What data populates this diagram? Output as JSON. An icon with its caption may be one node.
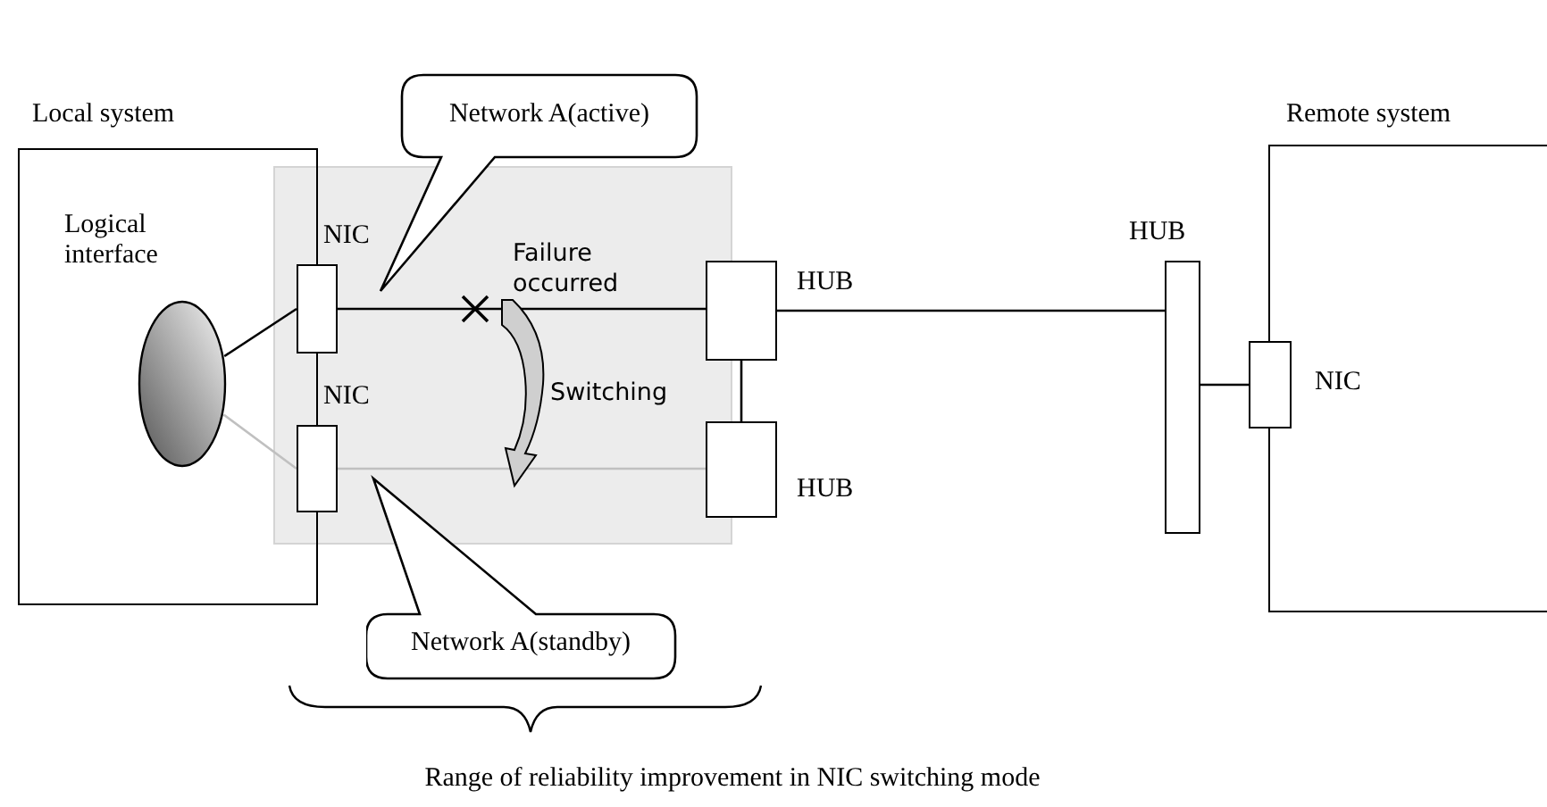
{
  "diagram": {
    "nodes": [
      {
        "text": [
          "Local system"
        ]
      },
      {
        "text": [
          "Logical interface"
        ],
        "in": 0
      },
      {
        "text": [
          "NIC"
        ]
      },
      {
        "text": [
          "NIC"
        ]
      },
      {
        "text": [
          "Network A(active)"
        ]
      },
      {
        "text": [
          "Network A(standby)"
        ]
      },
      {
        "text": [
          "HUB"
        ]
      },
      {
        "text": [
          "HUB"
        ]
      },
      {
        "text": [
          "HUB"
        ]
      },
      {
        "text": [
          "Remote system"
        ]
      },
      {
        "text": [
          "NIC"
        ]
      }
    ],
    "edges": [
      {
        "from": 1,
        "to": 2,
        "arrow": "none"
      },
      {
        "from": 1,
        "to": 3,
        "arrow": "none",
        "color": "#c0c0c0"
      },
      {
        "from": 2,
        "to": 6,
        "arrow": "none"
      },
      {
        "from": 3,
        "to": 7,
        "arrow": "none",
        "color": "#c0c0c0"
      },
      {
        "from": 6,
        "to": 7,
        "arrow": "none"
      },
      {
        "from": 6,
        "to": 8,
        "arrow": "none"
      },
      {
        "from": 8,
        "to": 10,
        "arrow": "none"
      }
    ],
    "labels": [
      "Failure occurred",
      "Switching",
      "Range of reliability improvement in NIC switching mode"
    ]
  }
}
